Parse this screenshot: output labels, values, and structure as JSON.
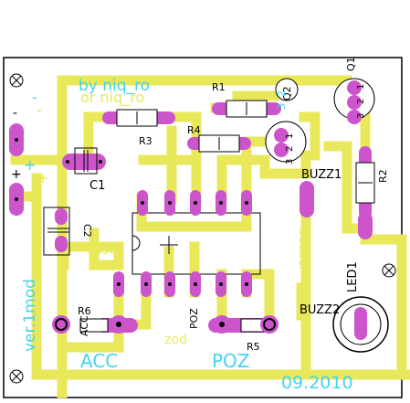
{
  "board": {
    "author": "by niq_ro",
    "author_mirror": "or niq_ro",
    "version": "ver.1mod",
    "date": "09.2010",
    "acc_label": "ACC",
    "poz_label": "POZ",
    "minus_black": "-",
    "minus_cyan": "-",
    "minus_yellow": "-",
    "plus_black": "+",
    "plus_cyan": "+",
    "plus_yellow": "+"
  },
  "components": {
    "r1": "R1",
    "r2": "R2",
    "r3": "R3",
    "r4": "R4",
    "r5": "R5",
    "r6": "R6",
    "c1": "C1",
    "c2": "C2",
    "q1": "Q1",
    "q2": "Q2",
    "buzz1": "BUZZ1",
    "buzz2": "BUZZ2",
    "led1": "LED1",
    "poz_small": "POZ",
    "acc_small": "ACC",
    "buzzer_mirror": "buzzer",
    "acc_mirror": "acc",
    "poz_mirror": "poz",
    "q2_pins": [
      "2",
      "3"
    ],
    "q1_pins": [
      "1",
      "2",
      "3"
    ],
    "q_mid_pins": [
      "1",
      "2",
      "3"
    ]
  },
  "colors": {
    "trace": "#e8e85a",
    "pad": "#cc55cc",
    "pad_hole": "#000000",
    "silkscreen": "#000000",
    "cyan_text": "#44d4f0",
    "frame": "#000000"
  }
}
